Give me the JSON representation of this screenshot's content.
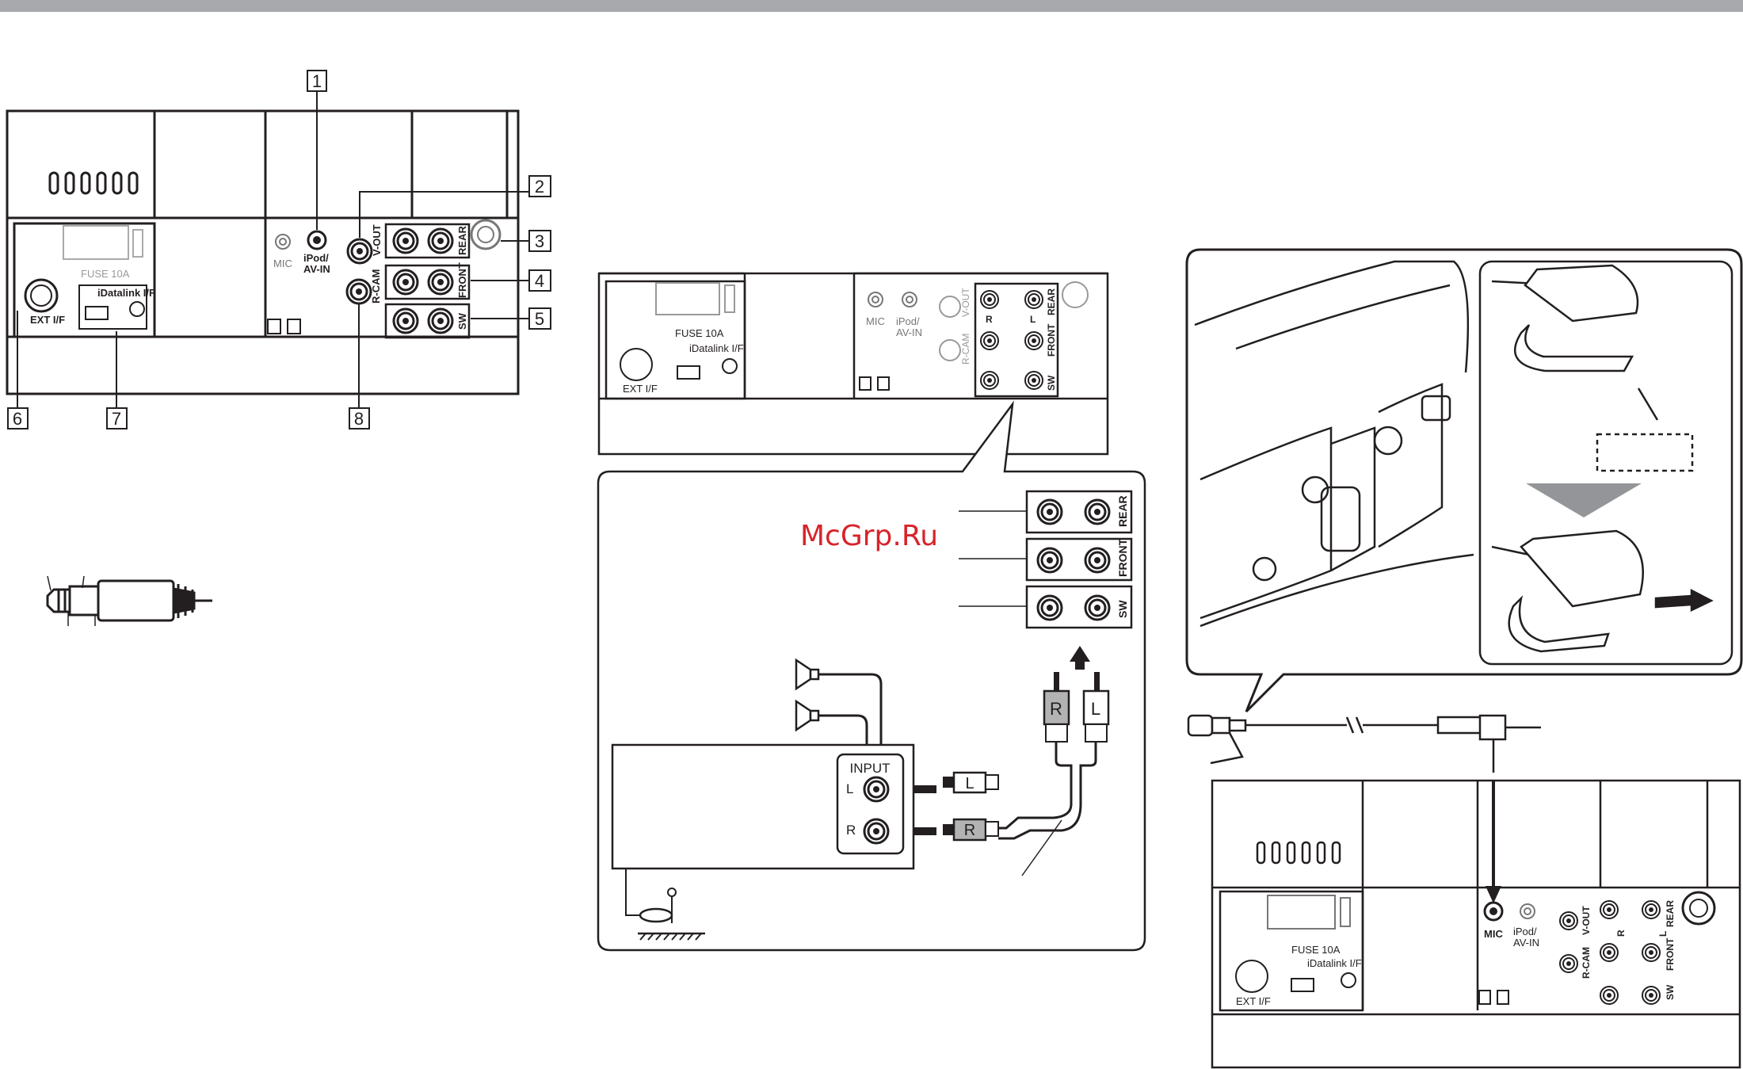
{
  "header": {
    "bar_color": "#a7a9ac"
  },
  "left_panel": {
    "callouts": [
      "1",
      "2",
      "3",
      "4",
      "5",
      "6",
      "7",
      "8"
    ],
    "jack_labels": {
      "mic": "MIC",
      "ipod_line1": "iPod/",
      "ipod_line2": "AV-IN",
      "vout": "V-OUT",
      "rcam": "R-CAM",
      "rear": "REAR",
      "front": "FRONT",
      "sw": "SW",
      "fuse": "FUSE   10A",
      "idatalink": "iDatalink I/F",
      "ext": "EXT I/F"
    }
  },
  "middle_panel": {
    "jack_labels": {
      "mic": "MIC",
      "ipod_line1": "iPod/",
      "ipod_line2": "AV-IN",
      "vout": "V-OUT",
      "rcam": "R-CAM",
      "r": "R",
      "l": "L",
      "rear": "REAR",
      "front": "FRONT",
      "sw": "SW",
      "fuse": "FUSE   10A",
      "idatalink": "iDatalink I/F",
      "ext": "EXT I/F"
    },
    "zoom": {
      "rear": "REAR",
      "front": "FRONT",
      "sw": "SW",
      "plug_r": "R",
      "plug_l": "L"
    },
    "amplifier": {
      "input": "INPUT",
      "l": "L",
      "r": "R",
      "plug_l": "L",
      "plug_r": "R"
    }
  },
  "right_panel": {
    "jack_labels": {
      "mic": "MIC",
      "ipod_line1": "iPod/",
      "ipod_line2": "AV-IN",
      "vout": "V-OUT",
      "rcam": "R-CAM",
      "r": "R",
      "l": "L",
      "rear": "REAR",
      "front": "FRONT",
      "sw": "SW",
      "fuse": "FUSE   10A",
      "idatalink": "iDatalink I/F",
      "ext": "EXT I/F"
    }
  },
  "watermark": "McGrp.Ru",
  "colors": {
    "line": "#231f20",
    "gray_plug": "#b3b3b3",
    "arrow_gray": "#939598",
    "watermark": "#d8232a"
  }
}
